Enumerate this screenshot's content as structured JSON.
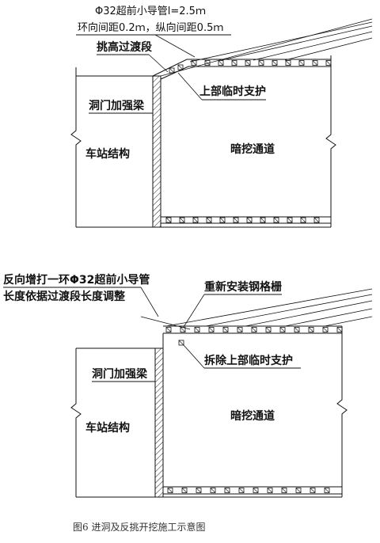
{
  "caption": "图6 进洞及反挑开挖施工示意图",
  "panel_top": {
    "callout_pipe_line1": "Φ32超前小导管l=2.5ｍ",
    "callout_pipe_line2": "环向间距0.2ｍ，纵向间距0.5ｍ",
    "transition_label": "挑高过渡段",
    "temp_support_label": "上部临时支护",
    "portal_beam_label": "洞门加强梁",
    "station_label": "车站结构",
    "tunnel_label": "暗挖通道"
  },
  "panel_bottom": {
    "reverse_pipe_line1": "反向增打一环Φ32超前小导管",
    "reverse_pipe_line2": "长度依据过渡段长度调整",
    "reinstall_label": "重新安装钢格栅",
    "remove_support_label": "拆除上部临时支护",
    "portal_beam_label": "洞门加强梁",
    "station_label": "车站结构",
    "tunnel_label": "暗挖通道"
  }
}
